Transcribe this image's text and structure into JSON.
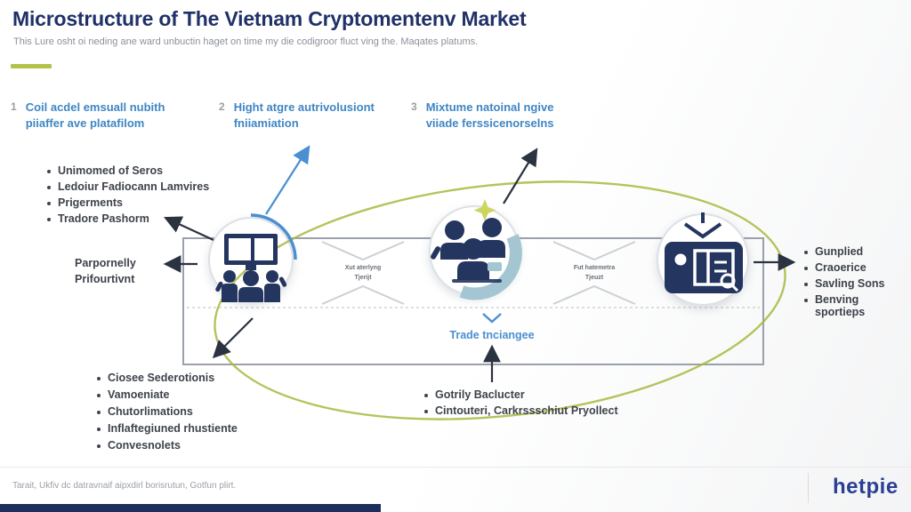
{
  "header": {
    "title": "Microstructure of The Vietnam Cryptomentenv Market",
    "subtitle": "This Lure osht oi neding ane ward unbuctin haget on time my die codigroor fluct ving the. Maqates platums."
  },
  "steps": [
    {
      "num": "1",
      "label": "Coil acdel emsuall nubith piiaffer ave platafilom"
    },
    {
      "num": "2",
      "label": "Hight atgre autrivolusiont fniiamiation"
    },
    {
      "num": "3",
      "label": "Mixtume natoinal ngive viiade ferssicenorselns"
    }
  ],
  "left_list": {
    "items": [
      "Unimomed of Seros",
      "Ledoiur Fadiocann Lamvires",
      "Prigerments",
      "Tradore Pashorm"
    ]
  },
  "left_label": {
    "line1": "Parpornelly",
    "line2": "Prifourtivnt"
  },
  "right_list": {
    "items": [
      "Gunplied",
      "Craoerice",
      "Savling Sons",
      "Benving sportieps"
    ]
  },
  "bottom_left_list": {
    "items": [
      "Ciosee Sederotionis",
      "Vamoeniate",
      "Chutorlimations",
      "Inflaftegiuned rhustiente",
      "Convesnolets"
    ]
  },
  "bottom_center_list": {
    "items": [
      "Gotrily Baclucter",
      "Cintouteri, Carkrssschiut Pryollect"
    ]
  },
  "flow_connectors": [
    {
      "line1": "Xut aterlyng",
      "line2": "Tjerijt"
    },
    {
      "line1": "Fut hatemetra",
      "line2": "Tjeuzt"
    }
  ],
  "center_label": "Trade tnciangee",
  "icons": {
    "node1": "trading-desk-icon",
    "node2": "team-group-icon",
    "node3": "device-screen-search-icon"
  },
  "colors": {
    "navy": "#24355f",
    "title_navy": "#203168",
    "header_blue": "#3e86c4",
    "accent_olive": "#a9b93f",
    "arc_blue": "#4a8fd1",
    "crescent_teal": "#a3c6d2",
    "star_yellow_green": "#ccd65e",
    "brand_navy": "#2a3f94"
  },
  "footer": {
    "note": "Tarait, Ukfiv dc datravnaif aipxdirl borisrutun, Gotfun plirt.",
    "brand": "hetpie"
  }
}
